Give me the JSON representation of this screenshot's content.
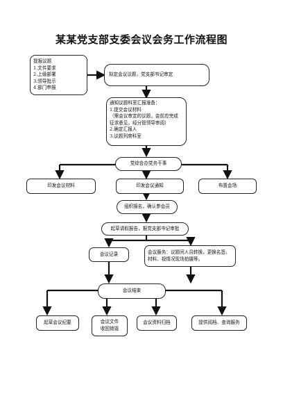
{
  "title": "某某党支部支委会议会务工作流程图",
  "nodes": {
    "proposal": {
      "lines": [
        "提报议题",
        "1.文件要求",
        "2.上级部署",
        "3.领导批示",
        "4.部门申报"
      ]
    },
    "draft_topic": {
      "text": "拟定会议议题，党支部书记审定"
    },
    "notify": {
      "lines": [
        "通知议题科室汇报准备：",
        "1.提交会议材料",
        "（需会议审定的议题，会前应完成",
        "征求意见，经分管领导审阅）",
        "2.确定汇报人",
        "3.议题列席科室"
      ]
    },
    "office_assign": {
      "text": "党综合办党务干事"
    },
    "print_materials": {
      "text": "印发会议材料"
    },
    "print_notice": {
      "text": "印发会议通知"
    },
    "venue": {
      "text": "布置会场"
    },
    "organize_signup": {
      "text": "组织报名，确认参会员"
    },
    "leave_report": {
      "text": "起草请假报告，报党支部书记审批"
    },
    "meeting_record": {
      "text": "会议记录"
    },
    "meeting_service": {
      "text": "会议服务：议题间人员转换，更换名签、材料、视情况现场拍摄等。"
    },
    "meeting_end": {
      "text": "会议结束"
    },
    "draft_minutes": {
      "text": "起草会议纪要"
    },
    "recover_files": {
      "lines": [
        "会议文件",
        "收回销毁"
      ]
    },
    "archive": {
      "text": "会议资料归档"
    },
    "review_query": {
      "text": "提供阅档、查询服务"
    }
  }
}
